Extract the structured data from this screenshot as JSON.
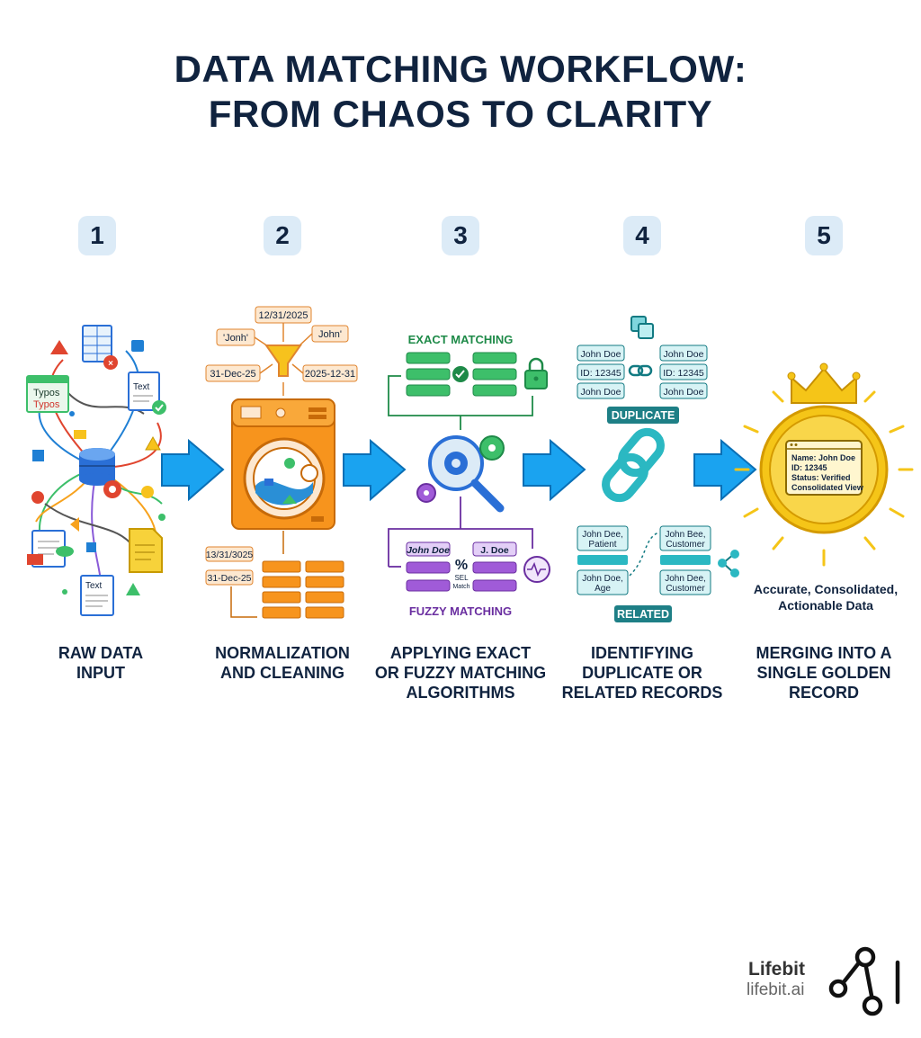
{
  "title": {
    "line1": "DATA MATCHING WORKFLOW:",
    "line2": "FROM CHAOS TO CLARITY"
  },
  "steps": [
    {
      "number": "1",
      "label_line1": "RAW DATA",
      "label_line2": "INPUT",
      "label_line3": ""
    },
    {
      "number": "2",
      "label_line1": "NORMALIZATION",
      "label_line2": "AND CLEANING",
      "label_line3": ""
    },
    {
      "number": "3",
      "label_line1": "APPLYING EXACT",
      "label_line2": "OR FUZZY MATCHING",
      "label_line3": "ALGORITHMS"
    },
    {
      "number": "4",
      "label_line1": "IDENTIFYING",
      "label_line2": "DUPLICATE OR",
      "label_line3": "RELATED RECORDS"
    },
    {
      "number": "5",
      "label_line1": "MERGING INTO A",
      "label_line2": "SINGLE GOLDEN",
      "label_line3": "RECORD"
    }
  ],
  "raw_data": {
    "typos_line1": "Typos",
    "typos_line2": "Typos",
    "text_doc_1": "Text",
    "text_doc_2": "Text"
  },
  "cleaning": {
    "tags": [
      "12/31/2025",
      "'Jonh'",
      "John'",
      "31-Dec-25",
      "2025-12-31"
    ],
    "out_tags": [
      "13/31/3025",
      "31-Dec-25"
    ]
  },
  "matching": {
    "exact_label": "EXACT MATCHING",
    "fuzzy_label": "FUZZY MATCHING",
    "fuzzy_left": "John Doe",
    "fuzzy_right": "J. Doe",
    "percent": "%",
    "score_line1": "SEL",
    "score_line2": "Match"
  },
  "records": {
    "dup_left": [
      "John Doe",
      "ID: 12345",
      "John Doe"
    ],
    "dup_right": [
      "John Doe",
      "ID: 12345",
      "John Doe"
    ],
    "duplicate_label": "DUPLICATE",
    "rel_left_1a": "John Dee,",
    "rel_left_1b": "Patient",
    "rel_left_2a": "John Doe,",
    "rel_left_2b": "Age",
    "rel_right_1a": "John Bee,",
    "rel_right_1b": "Customer",
    "rel_right_2a": "John Dee,",
    "rel_right_2b": "Customer",
    "related_label": "RELATED"
  },
  "golden": {
    "name": "Name: John Doe",
    "id": "ID: 12345",
    "status": "Status: Verified",
    "view": "Consolidated View",
    "caption_line1": "Accurate, Consolidated,",
    "caption_line2": "Actionable Data"
  },
  "brand": {
    "name": "Lifebit",
    "url": "lifebit.ai"
  },
  "colors": {
    "navy": "#10233f",
    "arrow_blue": "#1aa3f0",
    "orange": "#f7941d",
    "green": "#3dbf6a",
    "purple": "#a05bd8",
    "teal": "#2bb8c2",
    "gold": "#f5c518"
  }
}
